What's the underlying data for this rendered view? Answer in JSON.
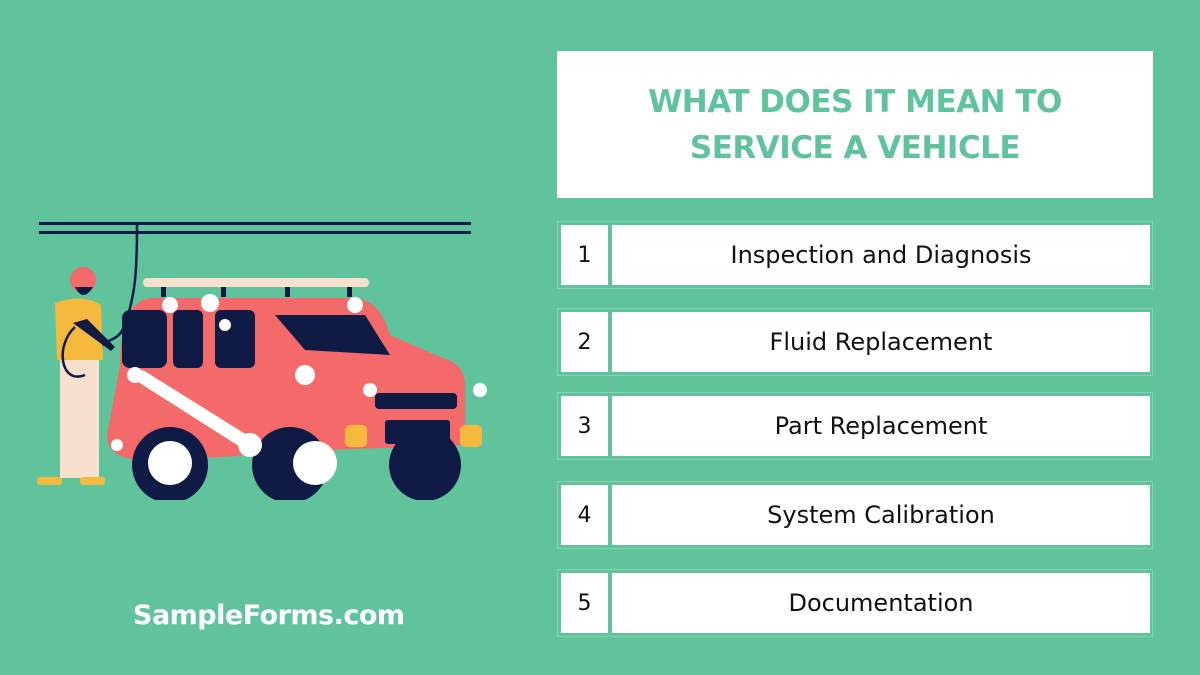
{
  "title": {
    "line1": "WHAT DOES IT MEAN TO",
    "line2": "SERVICE A VEHICLE"
  },
  "steps": [
    {
      "number": "1",
      "label": "Inspection and Diagnosis"
    },
    {
      "number": "2",
      "label": "Fluid Replacement"
    },
    {
      "number": "3",
      "label": "Part Replacement"
    },
    {
      "number": "4",
      "label": "System Calibration"
    },
    {
      "number": "5",
      "label": "Documentation"
    }
  ],
  "brand": "SampleForms.com",
  "illustration": "man-washing-red-vehicle-illustration",
  "colors": {
    "background": "#61c39c",
    "title_text": "#61c39c",
    "box": "#ffffff",
    "car_body": "#f46a6a",
    "car_dark": "#0f1a45",
    "shirt": "#f5b93d",
    "foam": "#ffffff"
  }
}
